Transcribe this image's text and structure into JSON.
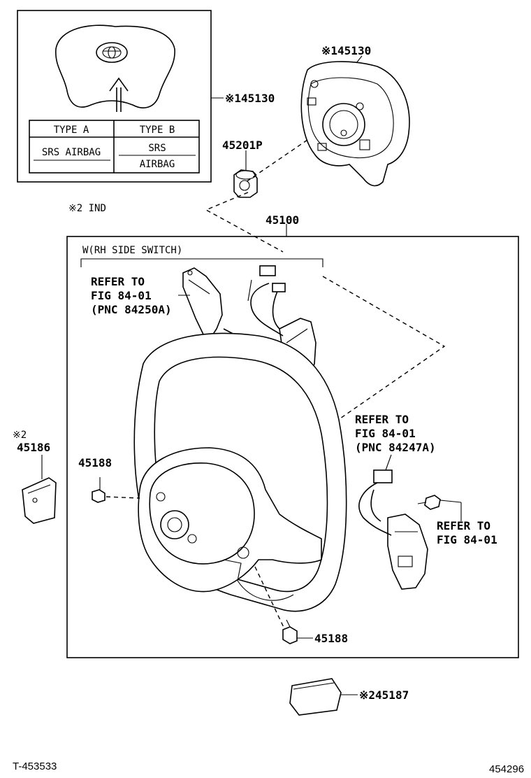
{
  "inset": {
    "type_a_header": "TYPE A",
    "type_b_header": "TYPE B",
    "type_a_text": "SRS AIRBAG",
    "type_b_line1": "SRS",
    "type_b_line2": "AIRBAG"
  },
  "labels": {
    "p145130_top": "※145130",
    "p145130_mid": "※145130",
    "p45201P": "45201P",
    "ind_note": "※2 IND",
    "p45100": "45100",
    "w_rh": "W(RH SIDE SWITCH)",
    "refer1_l1": "REFER TO",
    "refer1_l2": "FIG 84-01",
    "refer1_l3": "(PNC 84250A)",
    "refer2_l1": "REFER TO",
    "refer2_l2": "FIG 84-01",
    "refer2_l3": "(PNC 84247A)",
    "refer3_l1": "REFER TO",
    "refer3_l2": "FIG 84-01",
    "p45186_mark": "※2",
    "p45186": "45186",
    "p45188_left": "45188",
    "p45188_bottom": "45188",
    "p245187": "※245187"
  },
  "footer": {
    "left_code": "T-453533",
    "right_code": "454296"
  }
}
